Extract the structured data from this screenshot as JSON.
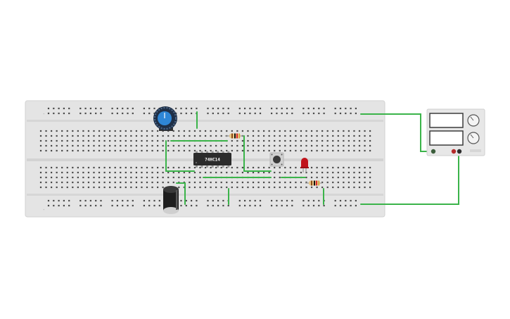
{
  "circuit": {
    "ic_label": "74HC14",
    "colors": {
      "wire": "#3bb44a",
      "breadboard": "#e2e2e2",
      "hole": "#444444",
      "power_rail_plus": "#e06060",
      "ic_body": "#2b2b2b",
      "pot_knob": "#2e86d6",
      "led": "#c0141c",
      "capacitor": "#1e1e1e",
      "button": "#3a3a3a"
    },
    "components": [
      "breadboard",
      "potentiometer",
      "ic-74hc14",
      "resistor",
      "resistor",
      "pushbutton",
      "led",
      "electrolytic-capacitor",
      "dc-power-supply"
    ]
  }
}
